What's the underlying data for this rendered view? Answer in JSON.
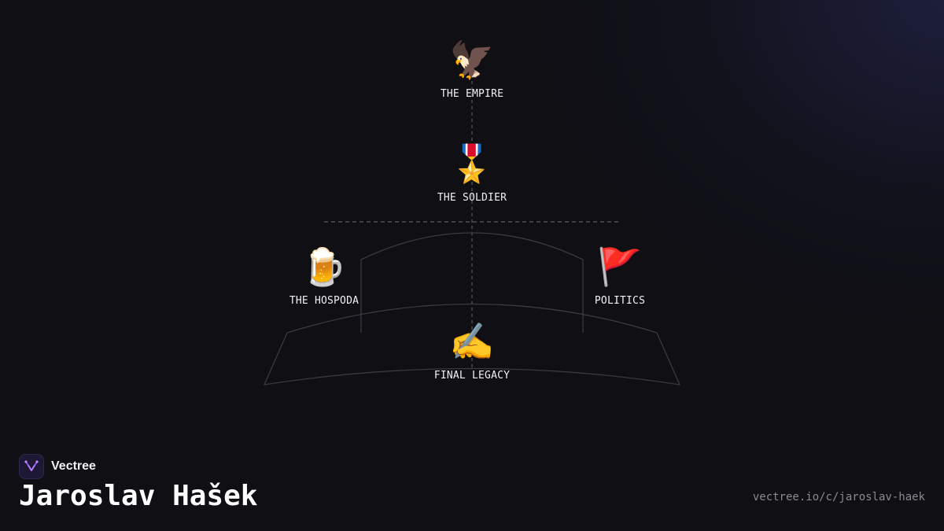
{
  "nodes": {
    "empire": {
      "icon": "🦅",
      "icon_name": "eagle-icon",
      "label": "THE EMPIRE"
    },
    "soldier": {
      "icon": "🎖️",
      "icon_name": "medal-icon",
      "label": "THE SOLDIER"
    },
    "hospoda": {
      "icon": "🍺",
      "icon_name": "beer-mug-icon",
      "label": "THE HOSPODA"
    },
    "politics": {
      "icon": "🚩",
      "icon_name": "red-flag-icon",
      "label": "POLITICS"
    },
    "legacy": {
      "icon": "✍️",
      "icon_name": "writing-hand-icon",
      "label": "FINAL LEGACY"
    }
  },
  "brand": {
    "name": "Vectree",
    "accent": "#8b5cf6"
  },
  "title": "Jaroslav Hašek",
  "url": "vectree.io/c/jaroslav-haek",
  "colors": {
    "background": "#0f0f14",
    "line": "#3a3a40",
    "dashed": "#5a5a60"
  }
}
